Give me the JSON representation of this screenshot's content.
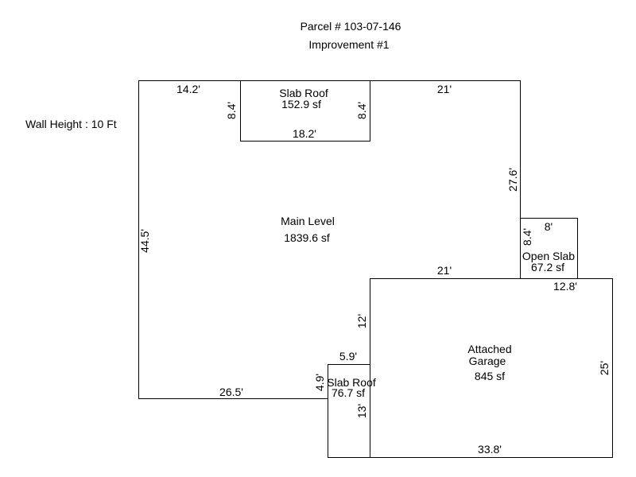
{
  "header": {
    "parcel": "Parcel # 103-07-146",
    "improvement": "Improvement #1"
  },
  "wall_height": "Wall Height : 10 Ft",
  "areas": {
    "slab_roof_top": {
      "name": "Slab Roof",
      "area": "152.9 sf"
    },
    "main_level": {
      "name": "Main Level",
      "area": "1839.6 sf"
    },
    "open_slab": {
      "name": "Open Slab",
      "area": "67.2 sf"
    },
    "attached_garage": {
      "name_line1": "Attached",
      "name_line2": "Garage",
      "area": "845 sf"
    },
    "slab_roof_bottom": {
      "name": "Slab Roof",
      "area": "76.7 sf"
    }
  },
  "dimensions": {
    "top_left": "14.2'",
    "top_right": "21'",
    "slab_top_left": "8.4'",
    "slab_top_right": "8.4'",
    "slab_top_bottom": "18.2'",
    "right_upper": "27.6'",
    "left": "44.5'",
    "open_slab_top": "8'",
    "open_slab_left": "8.4'",
    "garage_top": "21'",
    "garage_top_right": "12.8'",
    "garage_left_upper": "12'",
    "notch_top": "5.9'",
    "garage_right": "25'",
    "bottom_left": "26.5'",
    "notch_left": "4.9'",
    "notch_right": "13'",
    "garage_bottom": "33.8'"
  }
}
